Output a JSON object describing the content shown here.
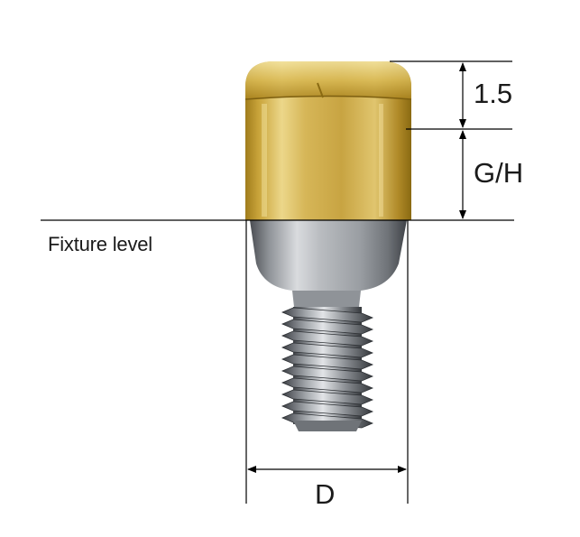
{
  "labels": {
    "fixture_level": "Fixture level",
    "dim_top": "1.5",
    "dim_gh": "G/H",
    "dim_d": "D"
  },
  "colors": {
    "gold_dark": "#8a6a12",
    "gold_mid": "#c9a43a",
    "gold_light": "#ecd78a",
    "steel_dark": "#4a4d52",
    "steel_mid": "#8e9297",
    "steel_light": "#d9dbde",
    "line": "#000000"
  }
}
